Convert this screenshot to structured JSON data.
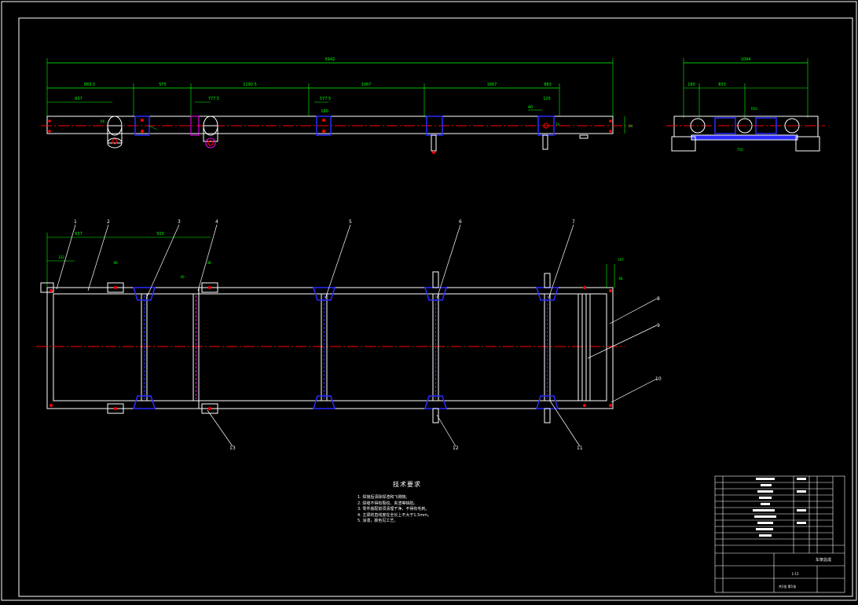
{
  "colors": {
    "background": "#000000",
    "outline": "#ffffff",
    "dimension": "#00ff00",
    "centerline": "#ff0000",
    "hidden": "#ff00ff",
    "hatch": "#2b2bff",
    "bolt": "#ff2020"
  },
  "front_view": {
    "overall_dim": "5942",
    "seg_dims": [
      "883.5",
      "575",
      "1190.5",
      "1067",
      "1667",
      "883"
    ],
    "sub_dims": [
      "637",
      "777.5",
      "577.5",
      "180",
      "125",
      "40"
    ],
    "small_labels": [
      "64",
      "74",
      "66",
      "40",
      "58",
      "48"
    ]
  },
  "side_view": {
    "overall_dim": "1094",
    "sub_dims": [
      "180",
      "833"
    ],
    "labels": [
      "R50",
      "750",
      "7"
    ]
  },
  "plan_view": {
    "top_dims": [
      "637",
      "500"
    ],
    "small_dims": [
      "322",
      "66",
      "48",
      "40",
      "66",
      "167"
    ],
    "callouts": [
      "1",
      "2",
      "3",
      "4",
      "5",
      "6",
      "7",
      "8",
      "9",
      "10",
      "11",
      "12",
      "13"
    ]
  },
  "technical_notes": {
    "title": "技术要求",
    "items": [
      "1. 焊接后清除焊渣和飞溅物。",
      "2. 焊缝不得有裂纹、夹渣等缺陷。",
      "3. 零件装配前须清理干净，不得有毛刺。",
      "4. 主梁的直线度在全长上不大于1.5mm。",
      "5. 涂漆，颜色见工艺。"
    ]
  },
  "title_block": {
    "drawing_name": "车架总成",
    "scale": "1:15",
    "sheet": "共1张 第1张"
  }
}
